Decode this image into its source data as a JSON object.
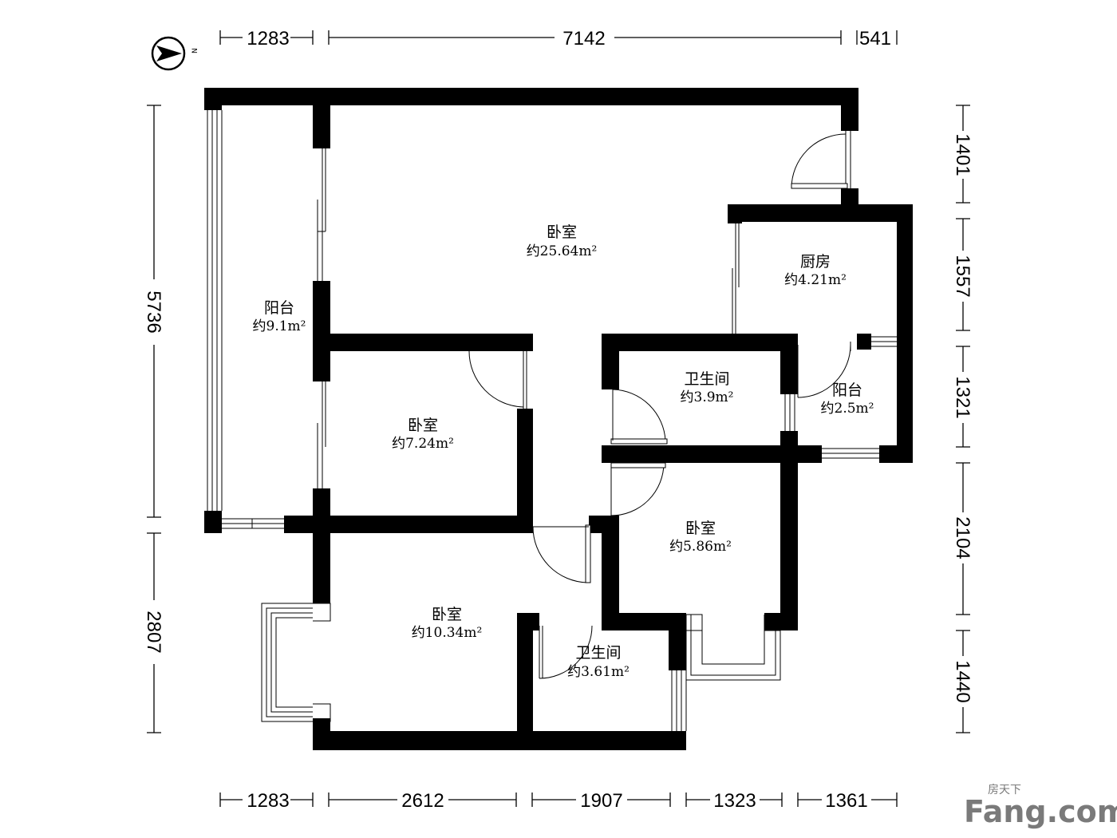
{
  "rooms": {
    "bedroom_main": {
      "name": "卧室",
      "area": "约25.64m²"
    },
    "balcony_west": {
      "name": "阳台",
      "area": "约9.1m²"
    },
    "kitchen": {
      "name": "厨房",
      "area": "约4.21m²"
    },
    "bathroom_upper": {
      "name": "卫生间",
      "area": "约3.9m²"
    },
    "balcony_small": {
      "name": "阳台",
      "area": "约2.5m²"
    },
    "bedroom_mid": {
      "name": "卧室",
      "area": "约7.24m²"
    },
    "bedroom_small": {
      "name": "卧室",
      "area": "约5.86m²"
    },
    "bedroom_lower": {
      "name": "卧室",
      "area": "约10.34m²"
    },
    "bathroom_lower": {
      "name": "卫生间",
      "area": "约3.61m²"
    }
  },
  "dimensions": {
    "top": [
      "1283",
      "7142",
      "541"
    ],
    "bottom": [
      "1283",
      "2612",
      "1907",
      "1323",
      "1361"
    ],
    "left": [
      "5736",
      "2807"
    ],
    "right": [
      "1401",
      "1557",
      "1321",
      "2104",
      "1440"
    ]
  },
  "compass": {
    "label": "N"
  },
  "watermark": {
    "brand": "Fang.com",
    "cn": "房天下"
  }
}
